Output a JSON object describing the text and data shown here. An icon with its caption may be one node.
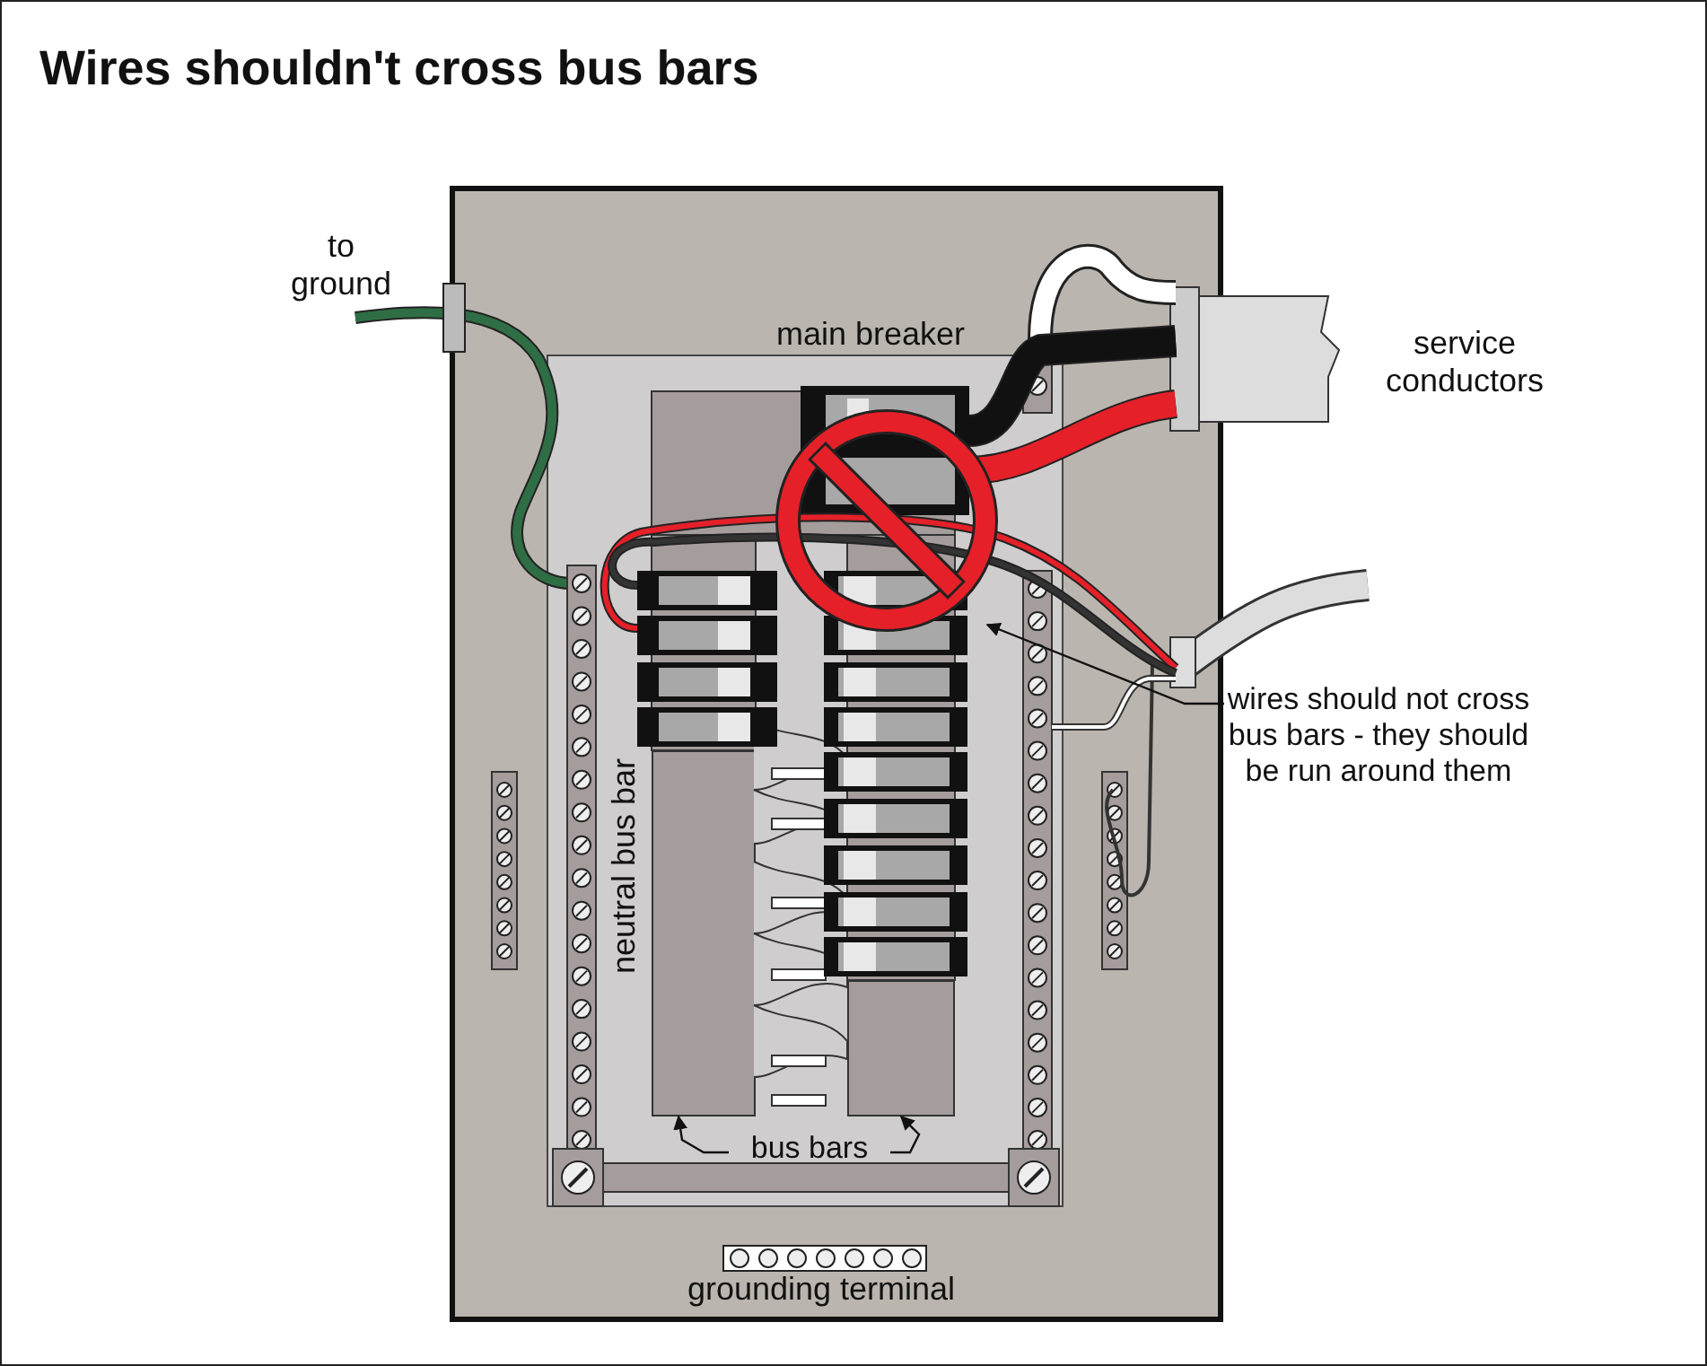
{
  "diagram": {
    "title": "Wires shouldn't cross bus bars",
    "nodes": [
      {
        "text": [
          "wires should not cross bus bars - they should be run around them"
        ]
      },
      {
        "text": [
          "bus bars"
        ]
      },
      {
        "text": [],
        "shape": "bar"
      },
      {
        "text": [],
        "shape": "bar"
      }
    ],
    "edges": [
      {
        "from": 0,
        "to": null,
        "arrow": "to"
      },
      {
        "from": 1,
        "to": 2,
        "arrow": "to"
      },
      {
        "from": 1,
        "to": 3,
        "arrow": "to"
      }
    ],
    "labels": [
      "to ground",
      "main breaker",
      "service conductors",
      "neutral bus bar",
      "grounding terminal"
    ]
  }
}
